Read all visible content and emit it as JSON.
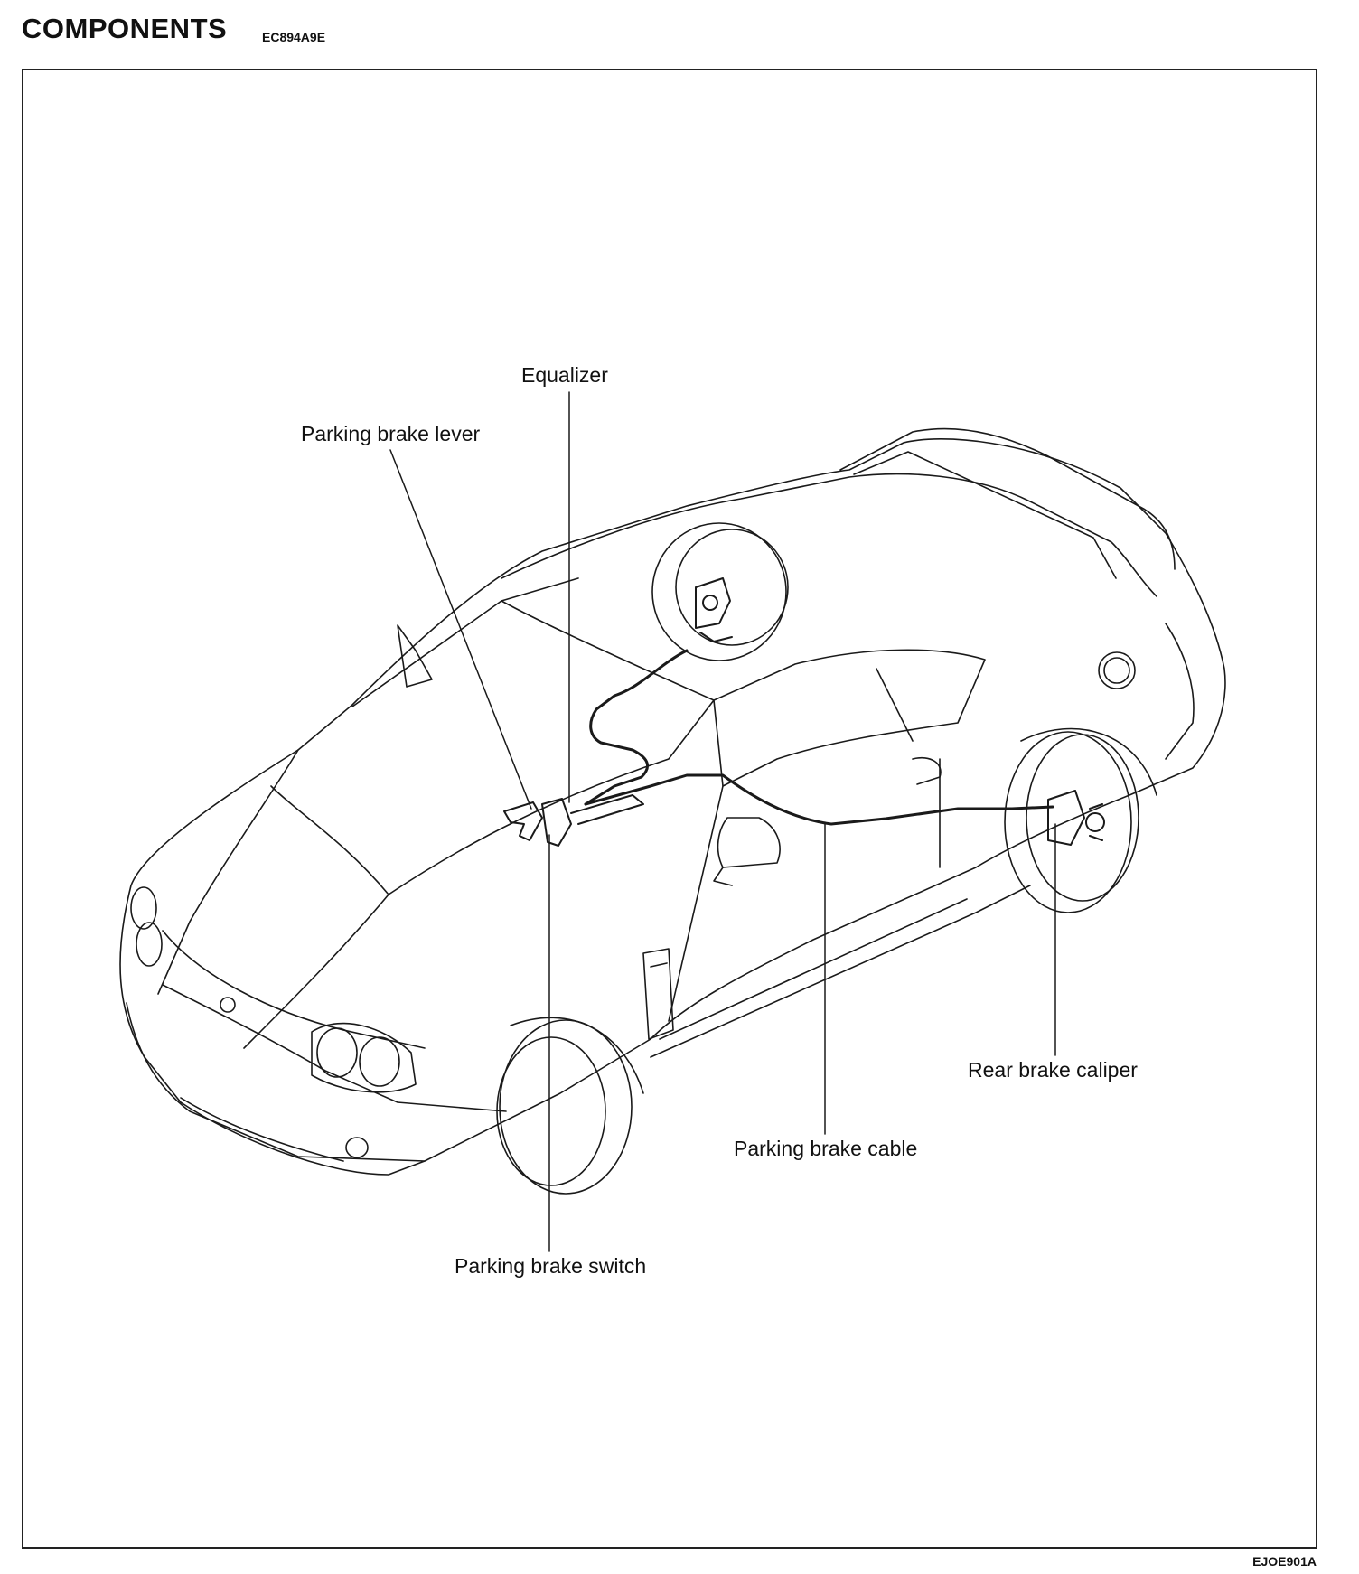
{
  "header": {
    "title": "COMPONENTS",
    "code": "EC894A9E"
  },
  "callouts": {
    "equalizer": "Equalizer",
    "parking_brake_lever": "Parking brake lever",
    "rear_brake_caliper": "Rear brake caliper",
    "parking_brake_cable": "Parking brake cable",
    "parking_brake_switch": "Parking brake switch"
  },
  "footer": {
    "figure_id": "EJOE901A"
  }
}
